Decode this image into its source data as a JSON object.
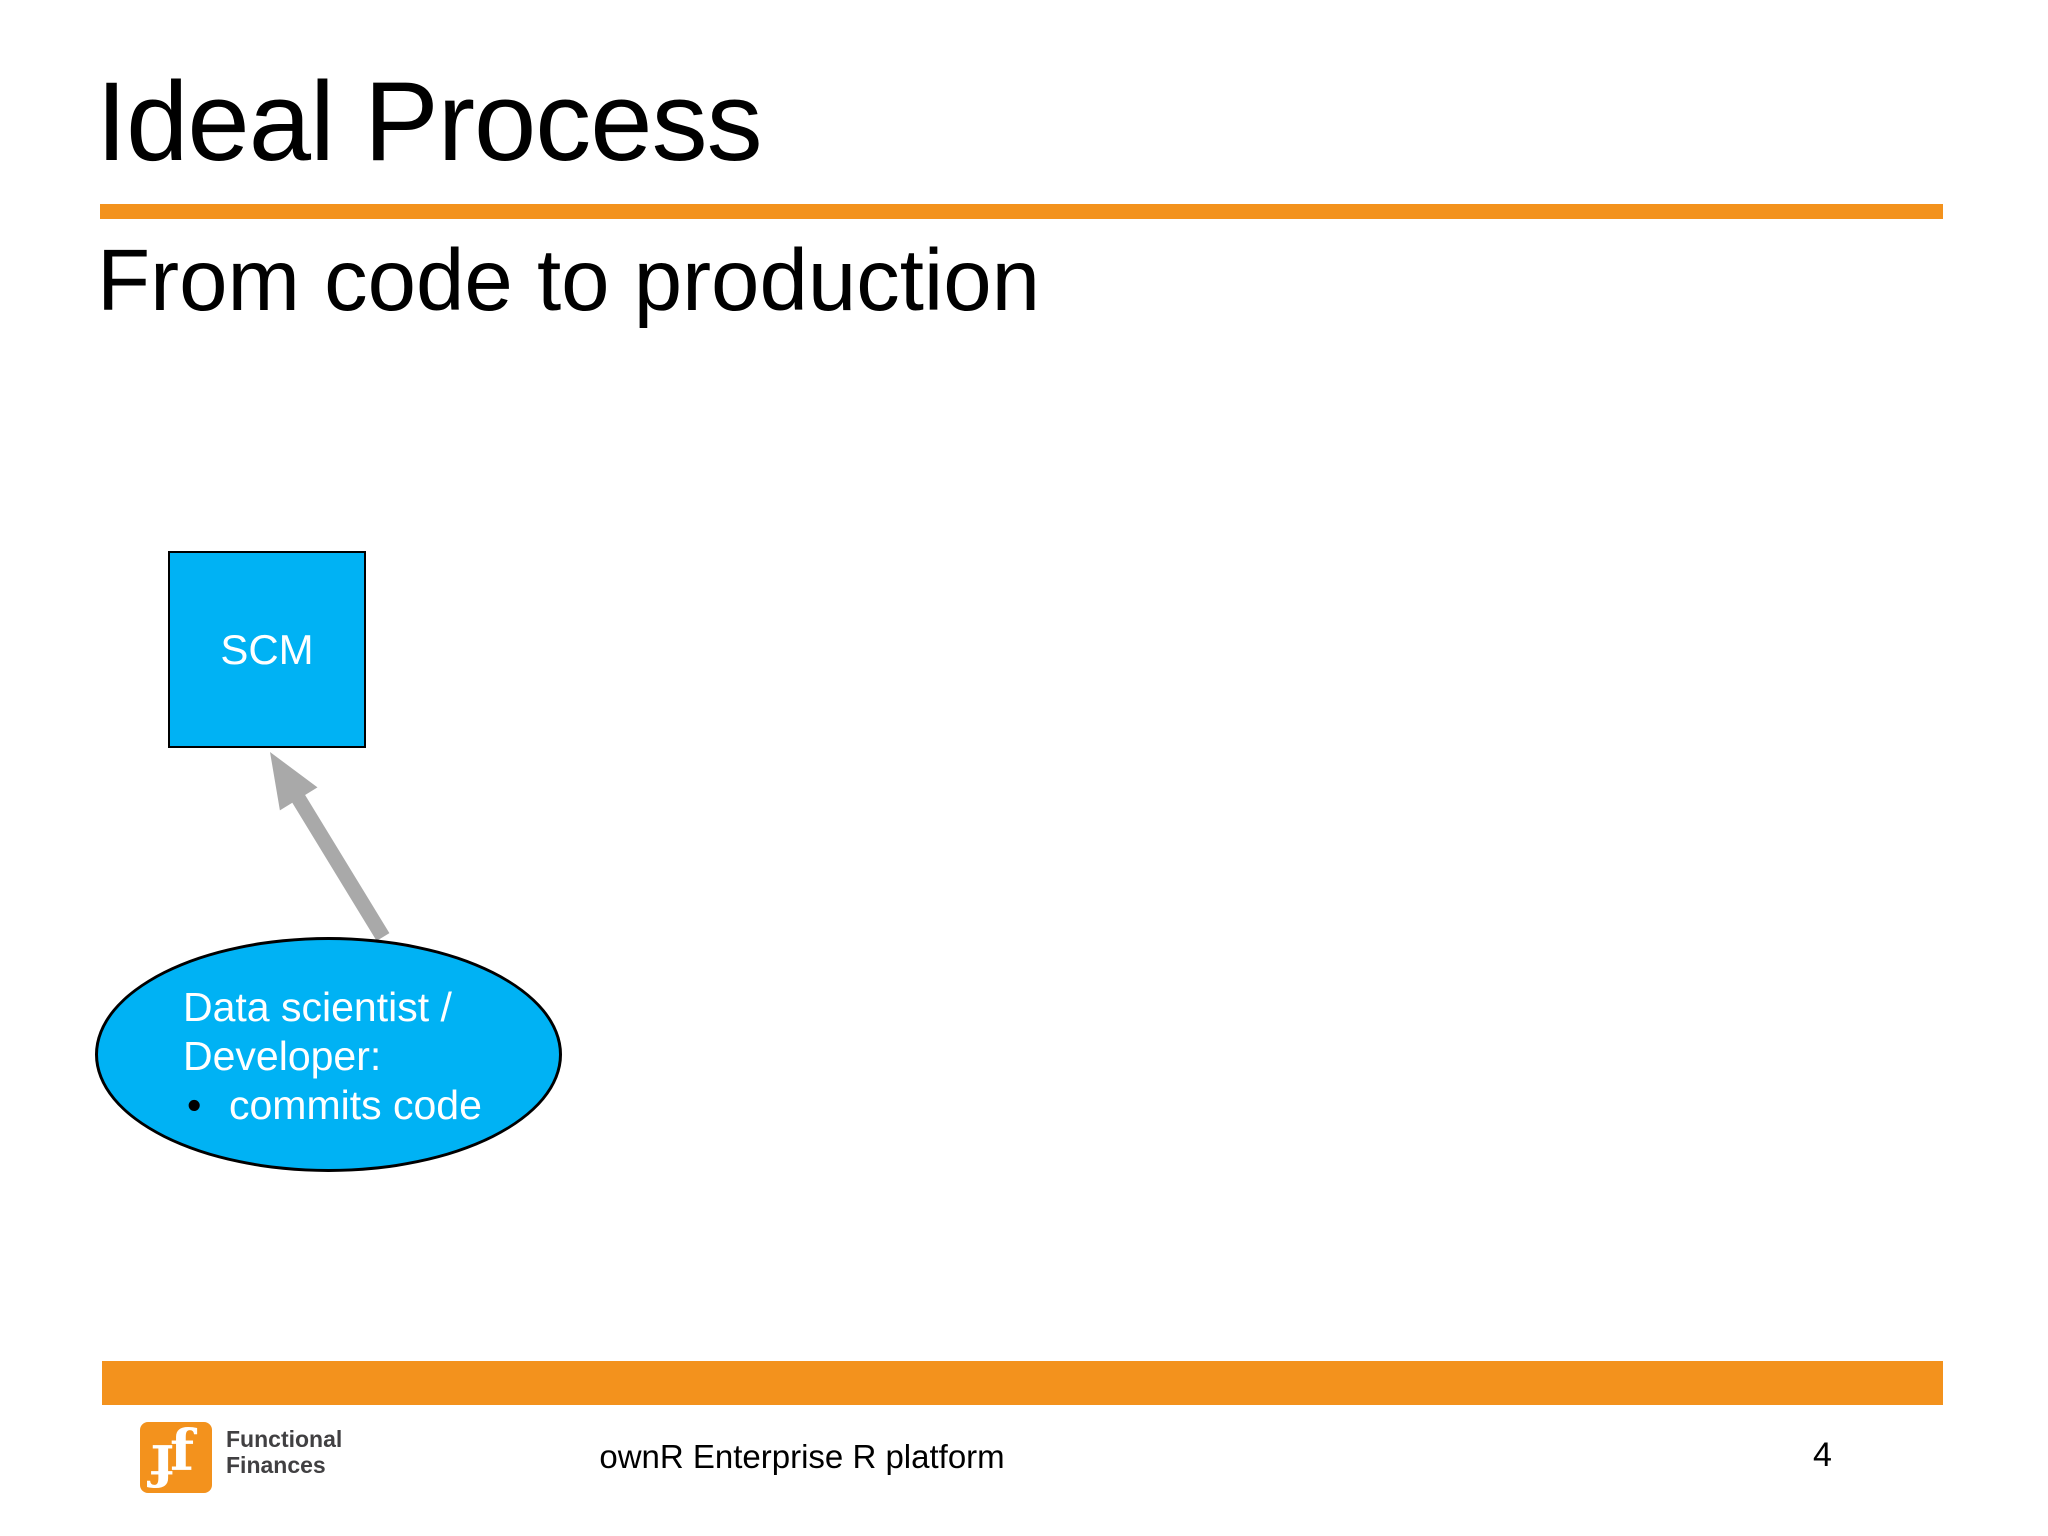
{
  "colors": {
    "accent": "#F3921D",
    "shape-fill": "#00B2F4",
    "arrow": "#A9A9A9",
    "logo-text": "#414042",
    "ink": "#000000"
  },
  "slide": {
    "title": "Ideal Process",
    "subtitle": "From code to production"
  },
  "diagram": {
    "scm_box_label": "SCM",
    "actor": {
      "line1": "Data scientist /",
      "line2": "Developer:",
      "bullet_glyph": "•",
      "bullet_text": "commits code"
    }
  },
  "footer": {
    "logo_glyph": "f",
    "company_line1": "Functional",
    "company_line2": "Finances",
    "center_text": "ownR Enterprise R platform",
    "page_number": "4"
  }
}
